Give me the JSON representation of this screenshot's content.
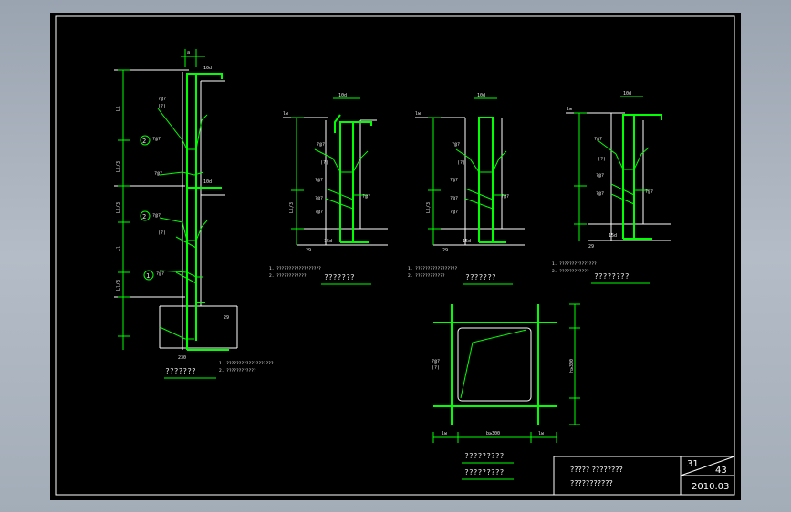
{
  "drawing": {
    "title_block": {
      "line1": "?????  ????????",
      "line2": "???????????",
      "sheet_number": "31",
      "sheet_total": "43",
      "date": "2010.03"
    },
    "captions": {
      "detail_1": "???????",
      "detail_2": "???????",
      "detail_3": "???????",
      "detail_4": "????????",
      "plan_line1": "?????????",
      "plan_line2": "?????????"
    },
    "notes": {
      "detail_1": [
        "1. ???????????????????",
        "2. ????????????"
      ],
      "detail_2": [
        "1. ??????????????????",
        "2. ????????????"
      ],
      "detail_3": [
        "1. ?????????????????",
        "2. ????????????"
      ],
      "detail_4": [
        "1. ???????????????",
        "2. ????????????"
      ]
    },
    "labels": {
      "circle_1": "1",
      "circle_2": "2",
      "dim_l": "Ll",
      "dim_l3": "Ll/3",
      "dim_b": "b≥300",
      "dim_h": "h≥300",
      "dim_a": "a",
      "dim_lw": "lw",
      "dim_10d": "10d",
      "dim_15d": "15d",
      "dim_29": "29",
      "dim_230": "230",
      "rebar": "?@?",
      "tie": "(?)"
    },
    "colors": {
      "background": "#000000",
      "rebar": "#00ff00",
      "linework": "#ffffff",
      "text": "#e8e8e8"
    }
  }
}
